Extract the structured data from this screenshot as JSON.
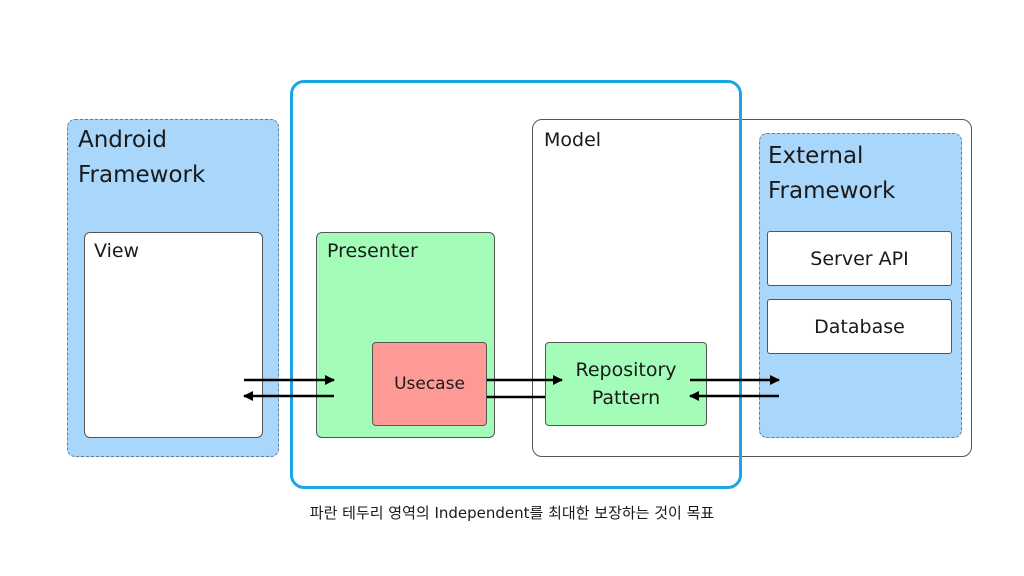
{
  "android": {
    "title_line1": "Android",
    "title_line2": "Framework"
  },
  "view": {
    "label": "View"
  },
  "presenter": {
    "label": "Presenter"
  },
  "usecase": {
    "label": "Usecase"
  },
  "model": {
    "label": "Model"
  },
  "repository": {
    "line1": "Repository",
    "line2": "Pattern"
  },
  "external": {
    "title_line1": "External",
    "title_line2": "Framework"
  },
  "server_api": {
    "label": "Server API"
  },
  "database": {
    "label": "Database"
  },
  "caption": "파란 테두리 영역의 Independent를 최대한 보장하는 것이 목표",
  "colors": {
    "framework_fill": "#a9d6fb",
    "presenter_fill": "#a3fdb9",
    "usecase_fill": "#fe9a96",
    "repository_fill": "#a3fdb9",
    "blue_border": "#1aa6e4"
  }
}
